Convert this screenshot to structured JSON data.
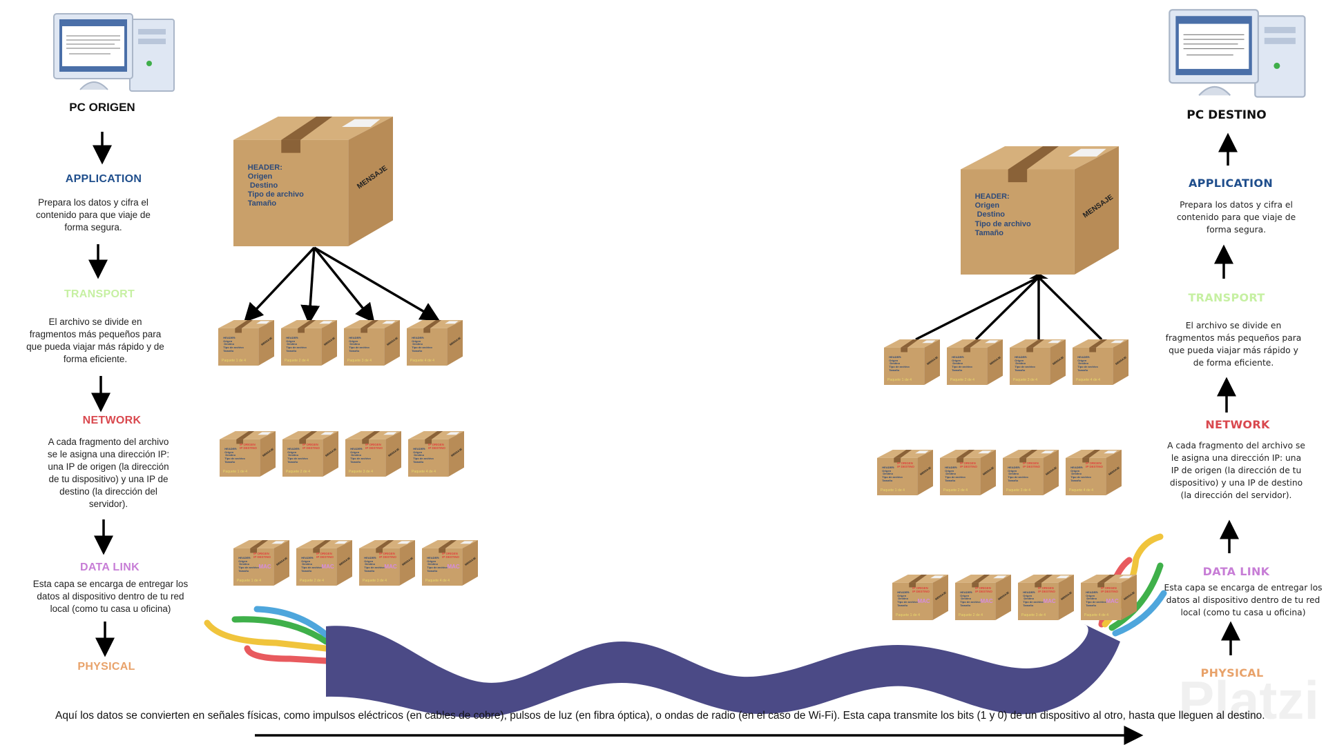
{
  "origin": {
    "pc_label": "PC ORIGEN",
    "layers": [
      {
        "title": "APPLICATION",
        "desc": "Prepara los datos y cifra el contenido para que viaje de forma segura."
      },
      {
        "title": "TRANSPORT",
        "desc": "El archivo se divide en fragmentos más pequeños para que pueda viajar más rápido y de forma eficiente."
      },
      {
        "title": "NETWORK",
        "desc": "A cada fragmento del archivo se le asigna una dirección IP: una IP de origen (la dirección de tu dispositivo) y una IP de destino (la dirección del servidor)."
      },
      {
        "title": "DATA LINK",
        "desc": "Esta capa se encarga de entregar los datos al dispositivo dentro de tu red local (como tu casa u oficina)"
      },
      {
        "title": "PHYSICAL"
      }
    ]
  },
  "destination": {
    "pc_label": "PC DESTINO",
    "layers": [
      {
        "title": "APPLICATION",
        "desc": "Prepara los datos y cifra el contenido para que viaje de forma segura."
      },
      {
        "title": "TRANSPORT",
        "desc": "El archivo se divide en fragmentos más pequeños para que pueda viajar más rápido y de forma eficiente."
      },
      {
        "title": "NETWORK",
        "desc": "A cada fragmento del archivo se le asigna una dirección IP: una IP de origen (la dirección de tu dispositivo) y una IP de destino (la dirección del servidor)."
      },
      {
        "title": "DATA LINK",
        "desc": "Esta capa se encarga de entregar los datos al dispositivo dentro de tu red local (como tu casa u oficina)"
      },
      {
        "title": "PHYSICAL"
      }
    ]
  },
  "layer_colors": {
    "application": "#1f4e8c",
    "transport": "#c6f0a2",
    "network": "#d9484e",
    "datalink": "#c77dd6",
    "physical": "#e8a26a"
  },
  "box": {
    "header_lines": [
      "HEADER:",
      "Origen",
      " Destino",
      "Tipo de archivo",
      "Tamaño"
    ],
    "message": "MENSAJE",
    "ip_lines": [
      "IP ORIGEN",
      "IP DESTINO"
    ],
    "mac": "MAC",
    "packets": [
      "Paquete 1 de 4",
      "Paquete 2 de 4",
      "Paquete 3 de 4",
      "Paquete 4 de 4"
    ],
    "colors": {
      "front": "#c9a06a",
      "side": "#b88c57",
      "top": "#d6b07c",
      "tape": "#8a6238"
    }
  },
  "physical_description": "Aquí los datos se convierten en señales físicas, como impulsos eléctricos (en cables de cobre), pulsos de luz (en fibra óptica), o ondas de radio (en el caso de Wi-Fi). Esta capa transmite los bits (1 y 0) de un dispositivo al otro, hasta que lleguen al destino.",
  "cable": {
    "color": "#4b4a86",
    "wires": [
      "#f0c43c",
      "#e85a5e",
      "#3fb04a",
      "#4ea6dc"
    ]
  },
  "watermark": "Platzi"
}
